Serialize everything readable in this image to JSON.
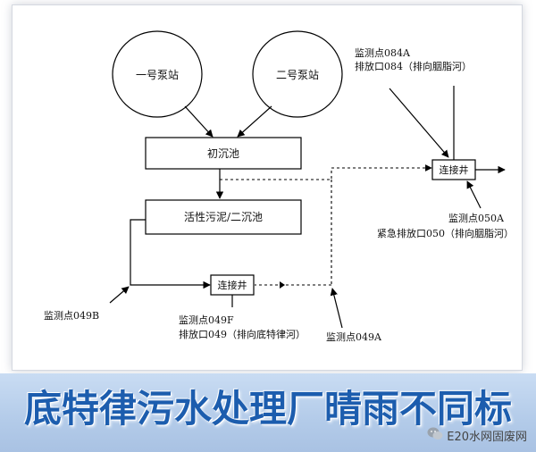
{
  "nodes": {
    "pump1": "一号泵站",
    "pump2": "二号泵站",
    "primary": "初沉池",
    "secondary": "活性污泥/二沉池",
    "junction_bottom": "连接井",
    "junction_right": "连接井"
  },
  "labels": {
    "m084a_line1": "监测点084A",
    "m084a_line2": "排放口084（排向胭脂河）",
    "m050a_line1": "监测点050A",
    "m050a_line2": "紧急排放口050（排向胭脂河）",
    "m049b": "监测点049B",
    "m049f_line1": "监测点049F",
    "m049f_line2": "排放口049（排向底特律河）",
    "m049a": "监测点049A"
  },
  "banner": {
    "title": "底特律污水处理厂晴雨不同标"
  },
  "watermark": {
    "text": "E20水网固废网"
  },
  "colors": {
    "banner_text": "#1c5dae",
    "banner_bg": "#b3cbe9"
  }
}
